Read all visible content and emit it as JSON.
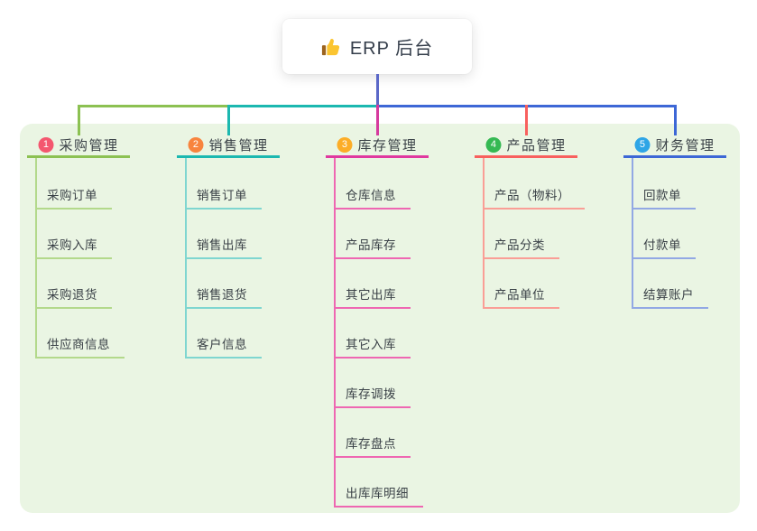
{
  "root": {
    "label": "ERP 后台",
    "icon": "thumbs-up-icon",
    "connector_color": "#5b68c8"
  },
  "panel": {
    "bg_color": "#eaf5e3"
  },
  "text_color": "#3a4147",
  "branches": [
    {
      "badge": "1",
      "label": "采购管理",
      "badge_color": "#f4576f",
      "line_color": "#8cc152",
      "light_color": "#b3d98b",
      "drop_color": "#8cc152",
      "children": [
        "采购订单",
        "采购入库",
        "采购退货",
        "供应商信息"
      ]
    },
    {
      "badge": "2",
      "label": "销售管理",
      "badge_color": "#f8843e",
      "line_color": "#1cb8b0",
      "light_color": "#7fd6d0",
      "drop_color": "#1cb8b0",
      "children": [
        "销售订单",
        "销售出库",
        "销售退货",
        "客户信息"
      ]
    },
    {
      "badge": "3",
      "label": "库存管理",
      "badge_color": "#fcad27",
      "line_color": "#e0399f",
      "light_color": "#ee67b2",
      "drop_color": "#d63a9e",
      "children": [
        "仓库信息",
        "产品库存",
        "其它出库",
        "其它入库",
        "库存调拨",
        "库存盘点",
        "出库库明细"
      ]
    },
    {
      "badge": "4",
      "label": "产品管理",
      "badge_color": "#35b953",
      "line_color": "#f8605e",
      "light_color": "#fa9e96",
      "drop_color": "#f8605e",
      "children": [
        "产品（物料）",
        "产品分类",
        "产品单位"
      ]
    },
    {
      "badge": "5",
      "label": "财务管理",
      "badge_color": "#2ea5e6",
      "line_color": "#3d67d6",
      "light_color": "#92a8e4",
      "drop_color": "#3d67d6",
      "children": [
        "回款单",
        "付款单",
        "结算账户"
      ]
    }
  ]
}
